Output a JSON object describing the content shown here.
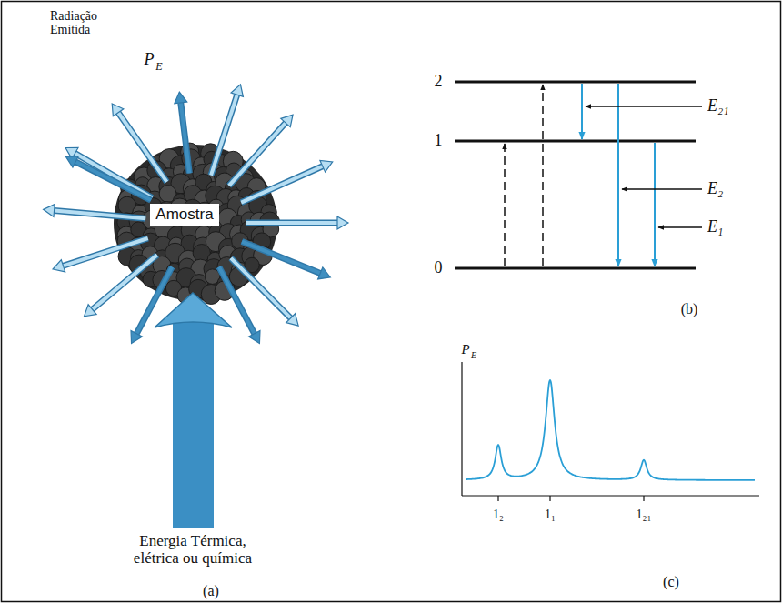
{
  "diagram": {
    "nodes": [
      {
        "text": [
          "Amostra"
        ]
      }
    ],
    "labels": [
      "Radiação Emitida",
      "P",
      "E",
      "Energia Térmica, elétrica ou química",
      "(a)",
      "2",
      "1",
      "0",
      "E₂₁",
      "E₂",
      "E₁",
      "(b)",
      "P",
      "E",
      "1₂",
      "1₁",
      "1₂₁",
      "(c)"
    ]
  }
}
